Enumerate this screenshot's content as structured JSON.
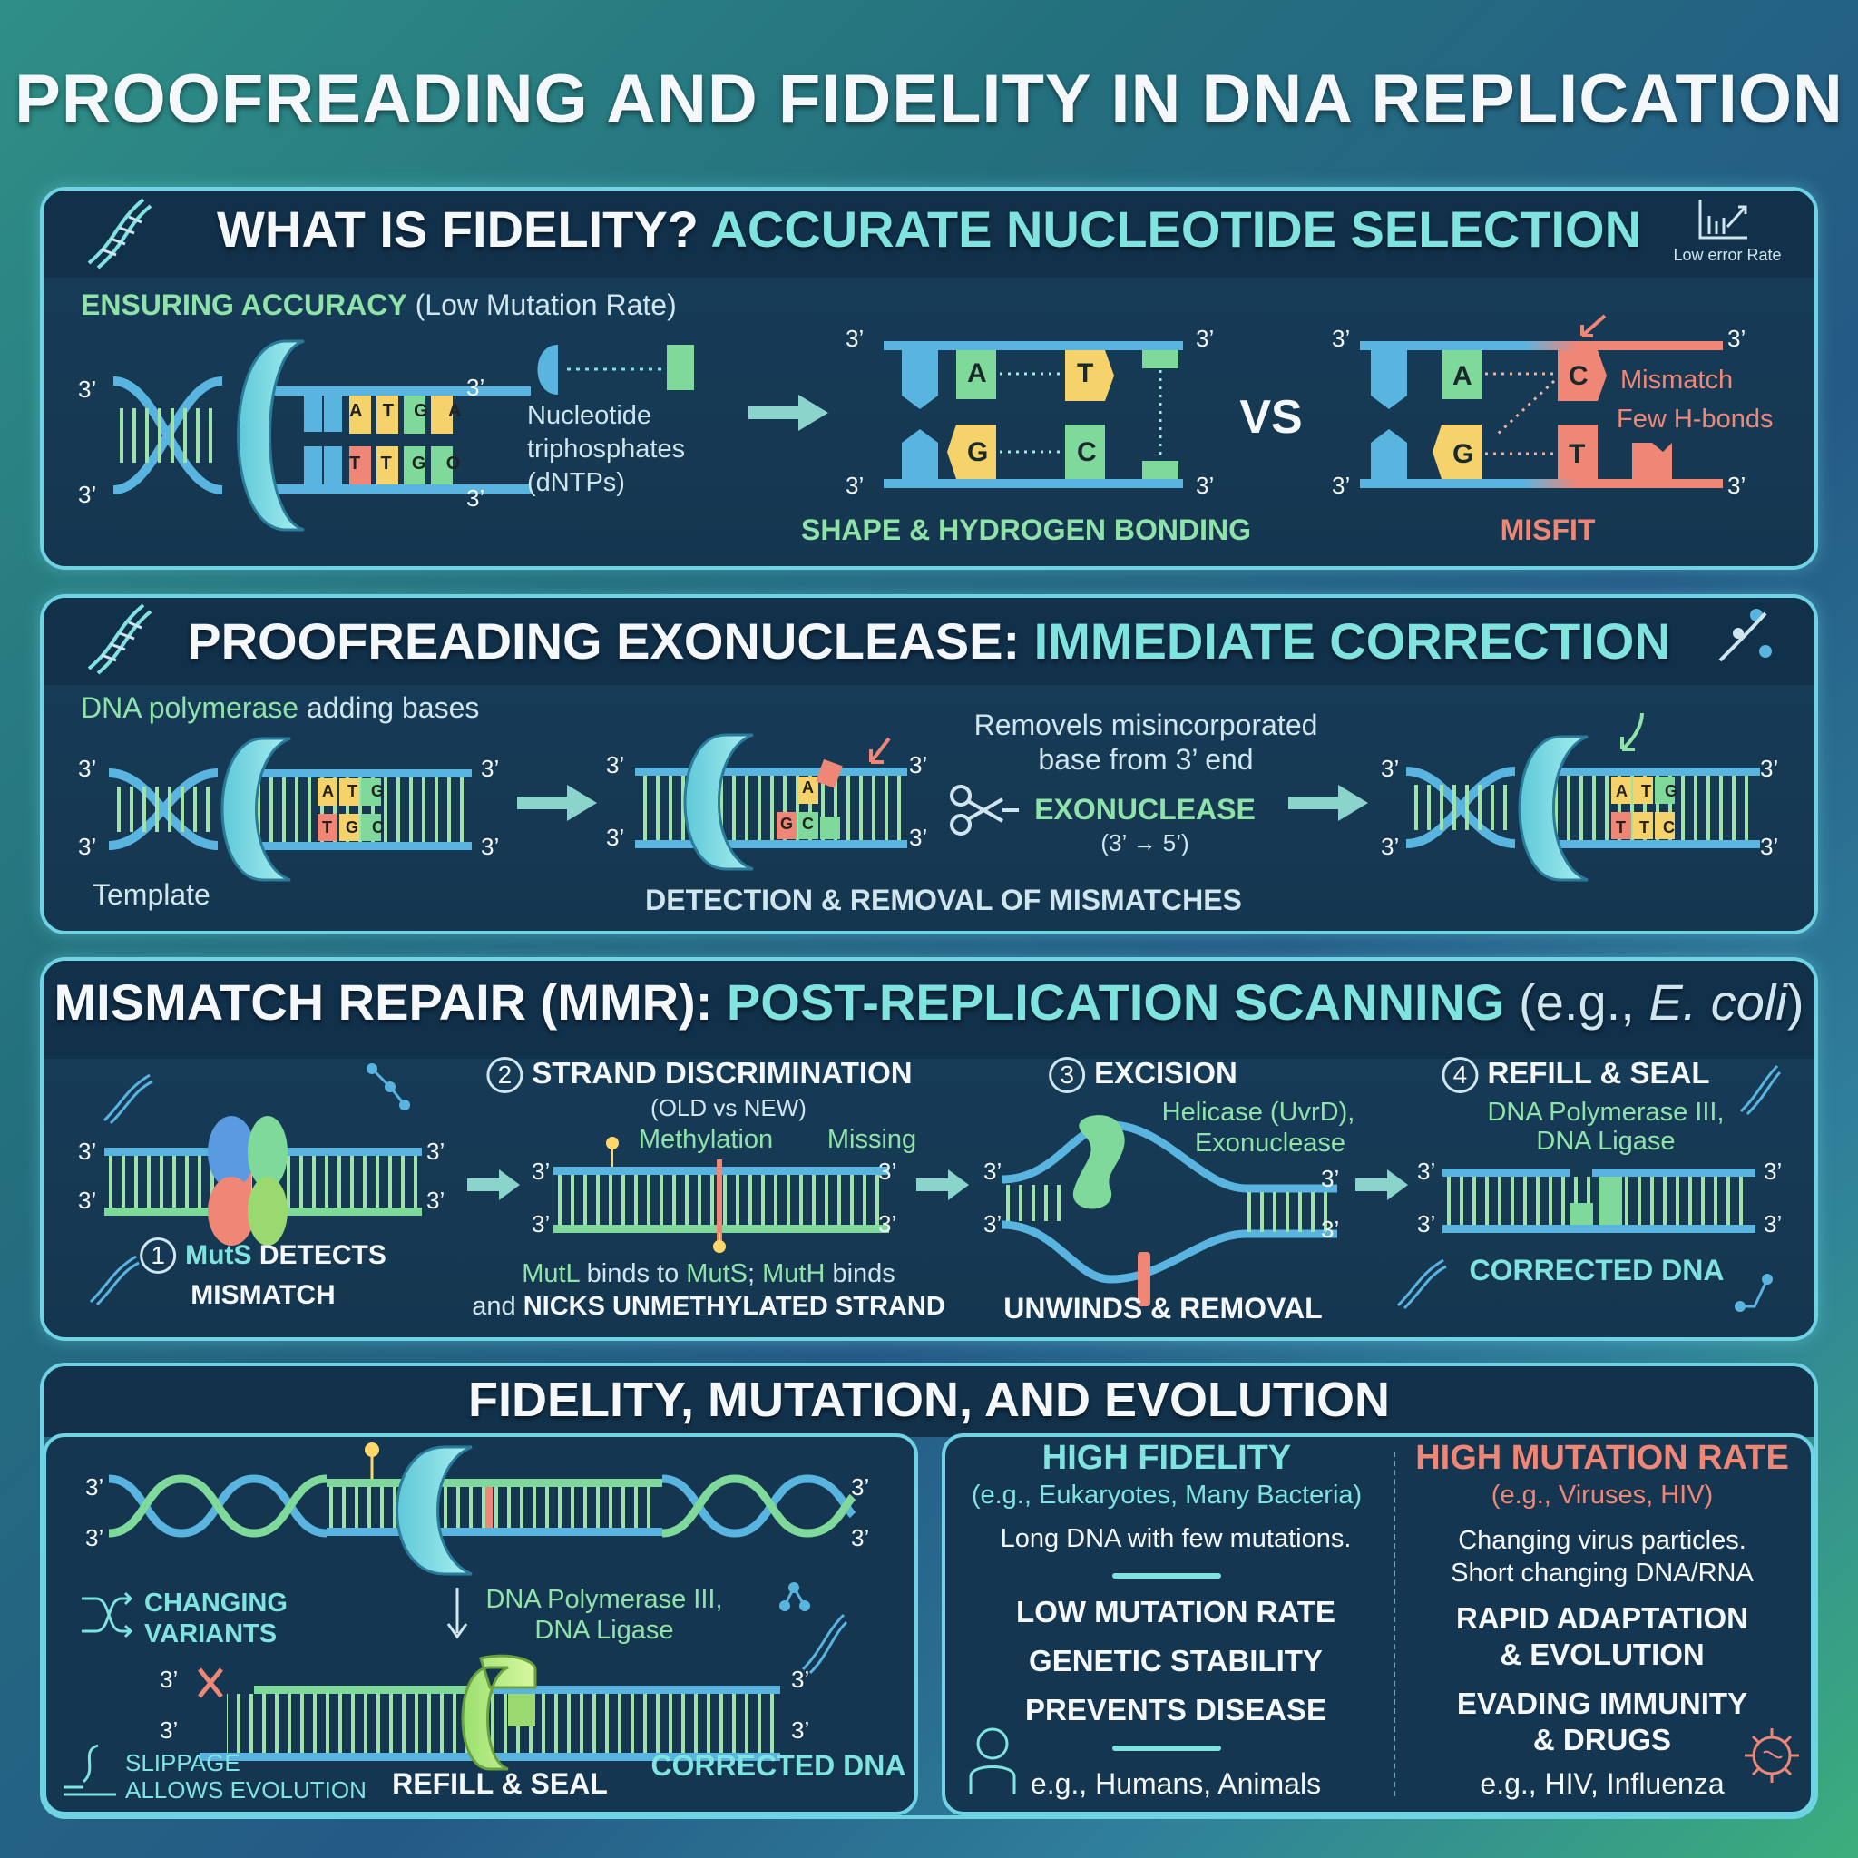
{
  "title": "PROOFREADING AND FIDELITY IN DNA REPLICATION",
  "colors": {
    "cyan": "#7fe3e0",
    "green": "#8fe3a8",
    "coral": "#f08676",
    "yellow": "#ffd76a",
    "panel": "#153650",
    "border": "#6fd3e4"
  },
  "fidelity": {
    "title_white": "WHAT IS FIDELITY?",
    "title_cyan": "ACCURATE NUCLEOTIDE SELECTION",
    "corner_icon": "chart-up-icon",
    "corner_label": "Low error Rate",
    "subtitle_bold": "ENSURING ACCURACY",
    "subtitle_rest": "(Low Mutation Rate)",
    "prime": "3’",
    "top_bases": [
      "A",
      "T",
      "G",
      "A"
    ],
    "bottom_bases": [
      "T",
      "T",
      "G",
      "O"
    ],
    "dntp_label": [
      "Nucleotide",
      "triphosphates",
      "(dNTPs)"
    ],
    "correct_pairs": [
      [
        "A",
        "T"
      ],
      [
        "G",
        "C"
      ]
    ],
    "correct_caption": "SHAPE & HYDROGEN BONDING",
    "vs": "VS",
    "mismatch_pairs": [
      [
        "A",
        "C"
      ],
      [
        "G",
        "T"
      ]
    ],
    "mismatch_label": [
      "Mismatch",
      "Few H-bonds"
    ],
    "mismatch_caption": "MISFIT"
  },
  "proofreading": {
    "title_white": "PROOFREADING EXONUCLEASE:",
    "title_cyan": "IMMEDIATE CORRECTION",
    "polymerase_bold": "DNA polymerase",
    "polymerase_rest": "adding bases",
    "template_label": "Template",
    "left_bases": {
      "top": [
        "A",
        "T",
        "G"
      ],
      "bottom": [
        "T",
        "G",
        "C"
      ]
    },
    "middle_bases": {
      "top": [
        "A"
      ],
      "bottom": [
        "G",
        "C"
      ]
    },
    "right_bases": {
      "top": [
        "A",
        "T",
        "G"
      ],
      "bottom": [
        "T",
        "T",
        "C"
      ]
    },
    "removes_label": [
      "Removels misincorporated",
      "base from 3’ end"
    ],
    "exonuclease_label": "EXONUCLEASE",
    "direction_label": "(3’ → 5’)",
    "caption": "DETECTION & REMOVAL OF MISMATCHES"
  },
  "mmr": {
    "title_white": "MISMATCH REPAIR (MMR):",
    "title_cyan": "POST-REPLICATION SCANNING",
    "title_example": "(e.g., ",
    "title_species": "E. coli",
    "title_close": ")",
    "steps": [
      {
        "number": "1",
        "title_cyan": "MutS",
        "title": "DETECTS",
        "title_line2": "MISMATCH"
      },
      {
        "number": "2",
        "title": "STRAND DISCRIMINATION",
        "subtitle": "(OLD vs NEW)",
        "label_left": "Methylation",
        "label_right": "Missing",
        "caption_line1": {
          "a": "MutL",
          "b": " binds to ",
          "c": "MutS",
          "d": "; ",
          "e": "MutH",
          "f": " binds"
        },
        "caption_line2": {
          "a": "and ",
          "b": "NICKS UNMETHYLATED STRAND"
        }
      },
      {
        "number": "3",
        "title": "EXCISION",
        "enzymes": [
          "Helicase (UvrD),",
          "Exonuclease"
        ],
        "caption": "UNWINDS & REMOVAL"
      },
      {
        "number": "4",
        "title": "REFILL & SEAL",
        "enzymes": [
          "DNA Polymerase III,",
          "DNA Ligase"
        ],
        "caption": "CORRECTED DNA"
      }
    ]
  },
  "evolution": {
    "title": "FIDELITY, MUTATION, AND EVOLUTION",
    "changing_variants": [
      "CHANGING",
      "VARIANTS"
    ],
    "enzymes": [
      "DNA Polymerase III,",
      "DNA Ligase"
    ],
    "slippage": [
      "SLIPPAGE",
      "ALLOWS EVOLUTION"
    ],
    "refill_seal": "REFILL & SEAL",
    "corrected_dna": "CORRECTED DNA",
    "high_fidelity": {
      "title": "HIGH FIDELITY",
      "examples": "(e.g., Eukaryotes, Many Bacteria)",
      "description": "Long DNA with few mutations.",
      "traits": [
        "LOW MUTATION RATE",
        "GENETIC STABILITY",
        "PREVENTS DISEASE"
      ],
      "organisms": "e.g., Humans, Animals",
      "icon": "person-icon"
    },
    "high_mutation": {
      "title": "HIGH MUTATION RATE",
      "examples": "(e.g., Viruses, HIV)",
      "description": [
        "Changing virus particles.",
        "Short changing DNA/RNA"
      ],
      "traits": [
        [
          "RAPID ADAPTATION",
          "& EVOLUTION"
        ],
        [
          "EVADING IMMUNITY",
          "& DRUGS"
        ]
      ],
      "organisms": "e.g., HIV, Influenza",
      "icon": "virus-icon"
    }
  }
}
